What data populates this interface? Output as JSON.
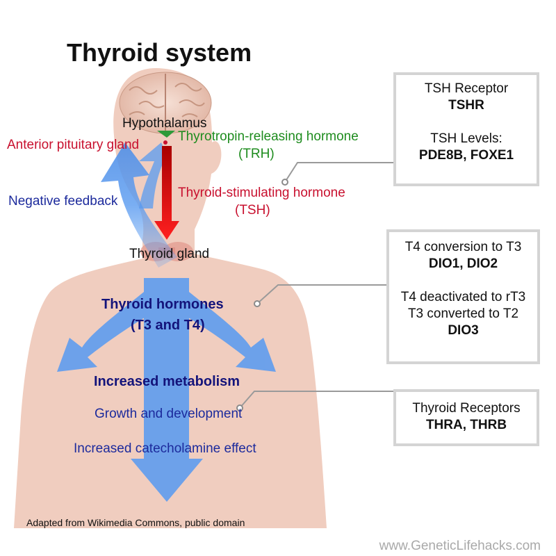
{
  "title": "Thyroid system",
  "labels": {
    "hypothalamus": "Hypothalamus",
    "anterior_pituitary": "Anterior pituitary gland",
    "trh_line1": "Thyrotropin-releasing hormone",
    "trh_line2": "(TRH)",
    "negative_feedback": "Negative feedback",
    "tsh_line1": "Thyroid-stimulating hormone",
    "tsh_line2": "(TSH)",
    "thyroid_gland": "Thyroid gland",
    "hormones_line1": "Thyroid hormones",
    "hormones_line2": "(T3 and T4)",
    "metabolism": "Increased metabolism",
    "growth": "Growth and development",
    "catecholamine": "Increased catecholamine effect"
  },
  "boxes": {
    "tsh": {
      "receptor_label": "TSH Receptor",
      "receptor_gene": "TSHR",
      "levels_label": "TSH Levels:",
      "levels_genes": "PDE8B, FOXE1"
    },
    "t4": {
      "conversion_label": "T4 conversion to T3",
      "conversion_genes": "DIO1, DIO2",
      "deactivated_label": "T4 deactivated to rT3",
      "converted_label": "T3 converted to T2",
      "converted_gene": "DIO3"
    },
    "receptors": {
      "label": "Thyroid Receptors",
      "genes": "THRA, THRB"
    }
  },
  "credit": "Adapted from Wikimedia Commons, public domain",
  "website": "www.GeneticLifehacks.com",
  "colors": {
    "red_text": "#c8102e",
    "green_text": "#1e8c1e",
    "blue_text": "#1c2a9c",
    "navy_text": "#13137a",
    "body_fill": "#f0cdbf",
    "arrow_blue": "#5a9bf0",
    "tsh_arrow": "#ff1a1a"
  }
}
